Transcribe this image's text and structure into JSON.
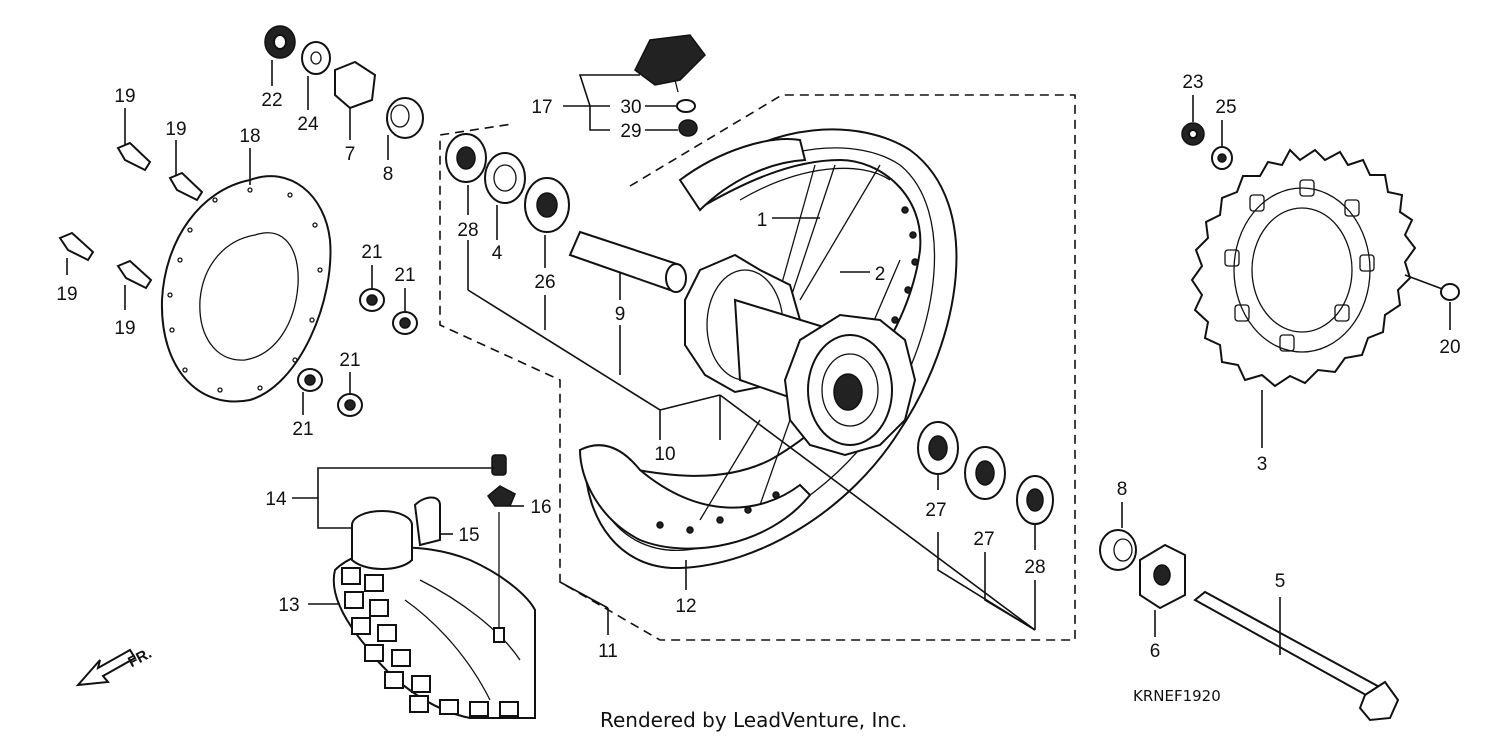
{
  "diagram": {
    "code": "KRNEF1920",
    "credit": "Rendered by LeadVenture, Inc.",
    "direction_label": "FR.",
    "callouts": [
      "1",
      "2",
      "3",
      "4",
      "5",
      "6",
      "7",
      "8",
      "8",
      "9",
      "10",
      "11",
      "12",
      "13",
      "14",
      "15",
      "16",
      "17",
      "19",
      "19",
      "19",
      "19",
      "18",
      "20",
      "21",
      "21",
      "21",
      "21",
      "22",
      "23",
      "24",
      "25",
      "26",
      "27",
      "27",
      "28",
      "28",
      "29",
      "30"
    ]
  }
}
